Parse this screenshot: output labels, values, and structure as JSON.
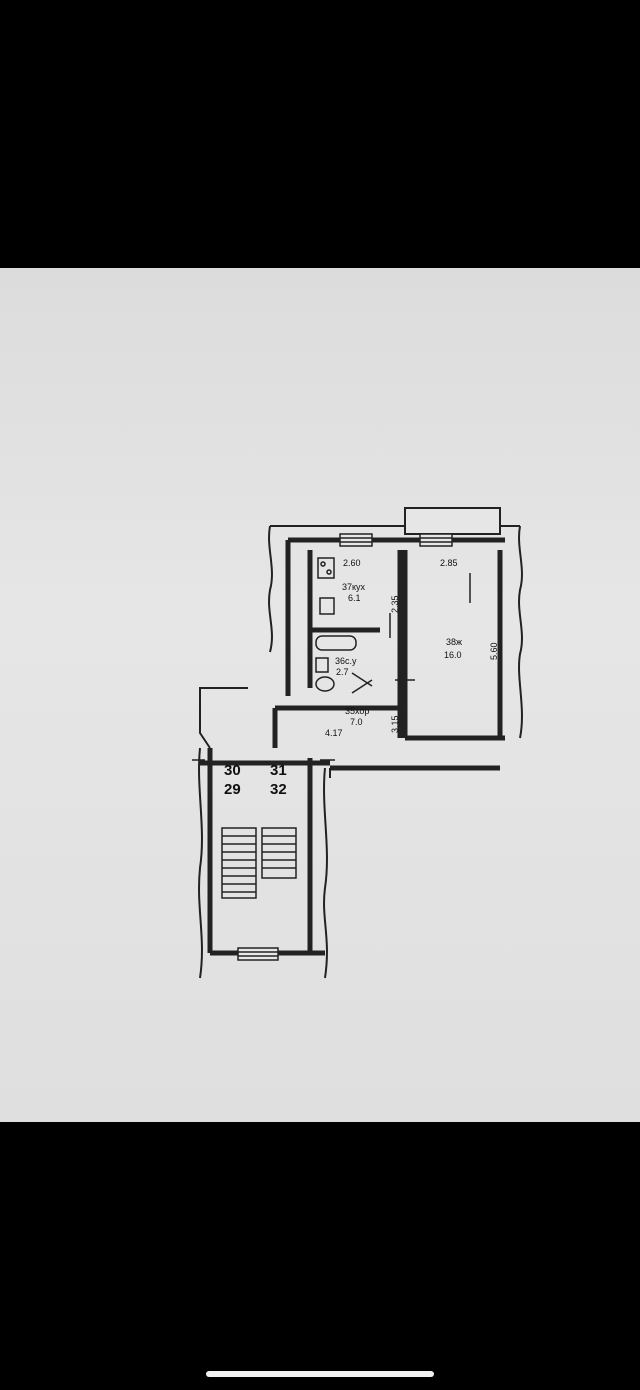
{
  "rooms": {
    "kitchen": {
      "label": "37кух",
      "area": "6.1"
    },
    "toilet": {
      "label": "36с.у",
      "area": "2.7"
    },
    "corridor": {
      "label": "35хор",
      "area": "7.0"
    },
    "living": {
      "label": "38ж",
      "area": "16.0"
    }
  },
  "dimensions": {
    "kitchen_width": "2.60",
    "kitchen_depth": "2.35",
    "living_width": "2.85",
    "living_depth": "5.60",
    "corridor_width": "4.17",
    "corridor_depth": "3.15"
  },
  "apartments": {
    "upper_left": "30",
    "upper_right": "31",
    "lower_left": "29",
    "lower_right": "32"
  }
}
